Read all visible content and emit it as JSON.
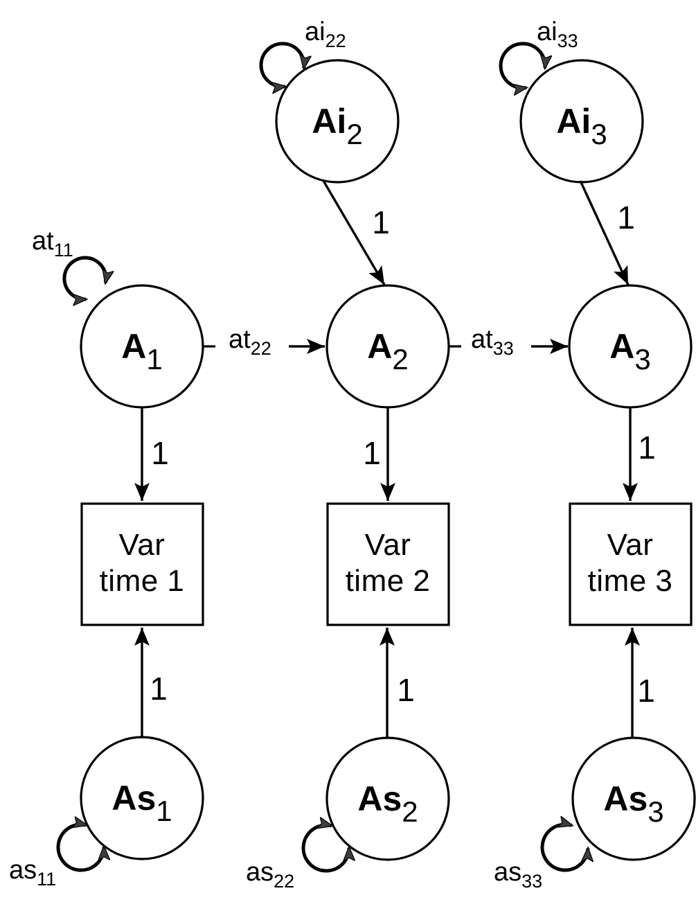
{
  "figure": {
    "type": "sem-path-diagram",
    "background": "#ffffff",
    "ink": "#000000",
    "loop_arrow_fill": "#3d3d3d",
    "nodes": {
      "ai2": {
        "main": "Ai",
        "sub": "2"
      },
      "ai3": {
        "main": "Ai",
        "sub": "3"
      },
      "a1": {
        "main": "A",
        "sub": "1"
      },
      "a2": {
        "main": "A",
        "sub": "2"
      },
      "a3": {
        "main": "A",
        "sub": "3"
      },
      "as1": {
        "main": "As",
        "sub": "1"
      },
      "as2": {
        "main": "As",
        "sub": "2"
      },
      "as3": {
        "main": "As",
        "sub": "3"
      },
      "var1": {
        "line1": "Var",
        "line2": "time 1"
      },
      "var2": {
        "line1": "Var",
        "line2": "time 2"
      },
      "var3": {
        "line1": "Var",
        "line2": "time 3"
      }
    },
    "variance_labels": {
      "at11": {
        "main": "at",
        "sub": "11"
      },
      "ai22": {
        "main": "ai",
        "sub": "22"
      },
      "ai33": {
        "main": "ai",
        "sub": "33"
      },
      "as11": {
        "main": "as",
        "sub": "11"
      },
      "as22": {
        "main": "as",
        "sub": "22"
      },
      "as33": {
        "main": "as",
        "sub": "33"
      }
    },
    "path_labels": {
      "at22": {
        "main": "at",
        "sub": "22"
      },
      "at33": {
        "main": "at",
        "sub": "33"
      },
      "unit": "1"
    }
  }
}
